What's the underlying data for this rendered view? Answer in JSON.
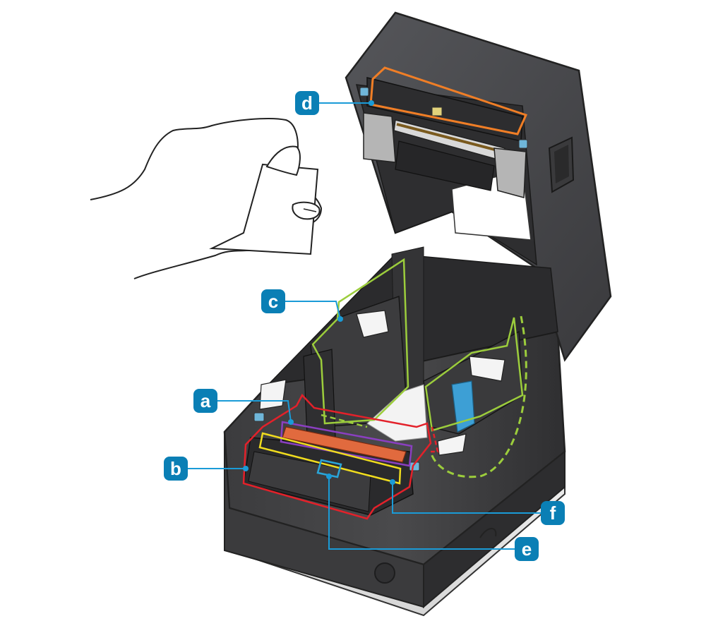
{
  "diagram": {
    "callouts": [
      {
        "id": "a",
        "label": "a",
        "color": "#8a3fc0"
      },
      {
        "id": "b",
        "label": "b",
        "color": "#e3212a"
      },
      {
        "id": "c",
        "label": "c",
        "color": "#9ccd3c"
      },
      {
        "id": "d",
        "label": "d",
        "color": "#f07e26"
      },
      {
        "id": "e",
        "label": "e",
        "color": "#2aa5d8"
      },
      {
        "id": "f",
        "label": "f",
        "color": "#f0dc1e"
      }
    ],
    "badge_color": "#0a7fb5",
    "leader_color": "#1a9bd7"
  }
}
